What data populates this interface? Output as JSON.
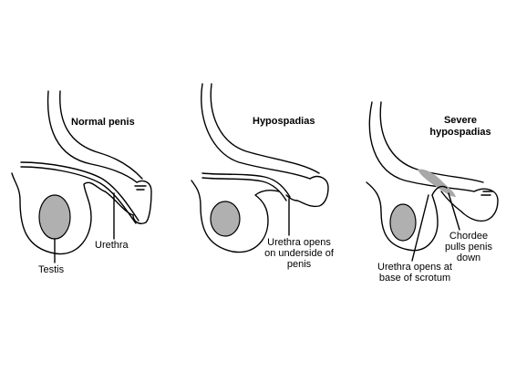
{
  "panels": [
    {
      "title": "Normal penis",
      "labels": [
        "Testis",
        "Urethra"
      ]
    },
    {
      "title": "Hypospadias",
      "labels": [
        "Urethra opens on underside of penis"
      ]
    },
    {
      "title": "Severe hypospadias",
      "labels": [
        "Urethra opens at base of scrotum",
        "Chordee pulls penis down"
      ]
    }
  ],
  "colors": {
    "testis": "#b0b0b0",
    "chordee": "#a8a8a8",
    "line": "#000000"
  }
}
